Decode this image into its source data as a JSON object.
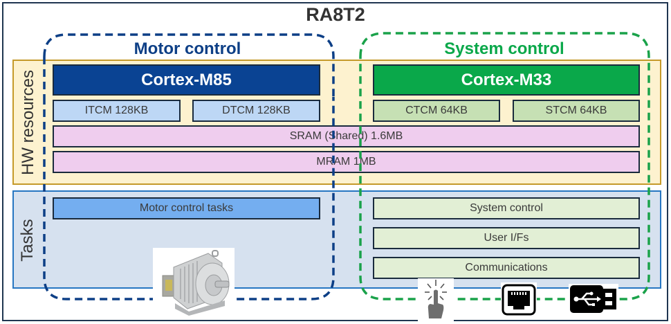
{
  "diagram": {
    "title": "RA8T2",
    "rows": {
      "hw_resources": "HW resources",
      "tasks": "Tasks"
    },
    "groups": {
      "motor": {
        "title": "Motor control",
        "core": "Cortex-M85",
        "mem_left": "ITCM 128KB",
        "mem_right": "DTCM 128KB",
        "tasks": [
          "Motor control tasks"
        ],
        "image": "electric-motor"
      },
      "system": {
        "title": "System control",
        "core": "Cortex-M33",
        "mem_left": "CTCM 64KB",
        "mem_right": "STCM 64KB",
        "tasks": [
          "System control",
          "User I/Fs",
          "Communications"
        ],
        "icons": [
          "touch-icon",
          "ethernet-port-icon",
          "usb-icon"
        ]
      }
    },
    "shared_memory": [
      "SRAM (Shared) 1.6MB",
      "MRAM 1MB"
    ],
    "colors": {
      "motor_accent": "#0d3f86",
      "system_accent": "#0aa84a",
      "core_m85": "#0a4393",
      "core_m33": "#0aa84a",
      "tcm_motor": "#bdd7f5",
      "tcm_system": "#c6e0b4",
      "shared_memory": "#efcdee",
      "motor_task": "#74aef0",
      "system_task": "#e2efd5",
      "hw_band": "#fdf2cf",
      "tasks_band": "#d6e1ef"
    }
  }
}
